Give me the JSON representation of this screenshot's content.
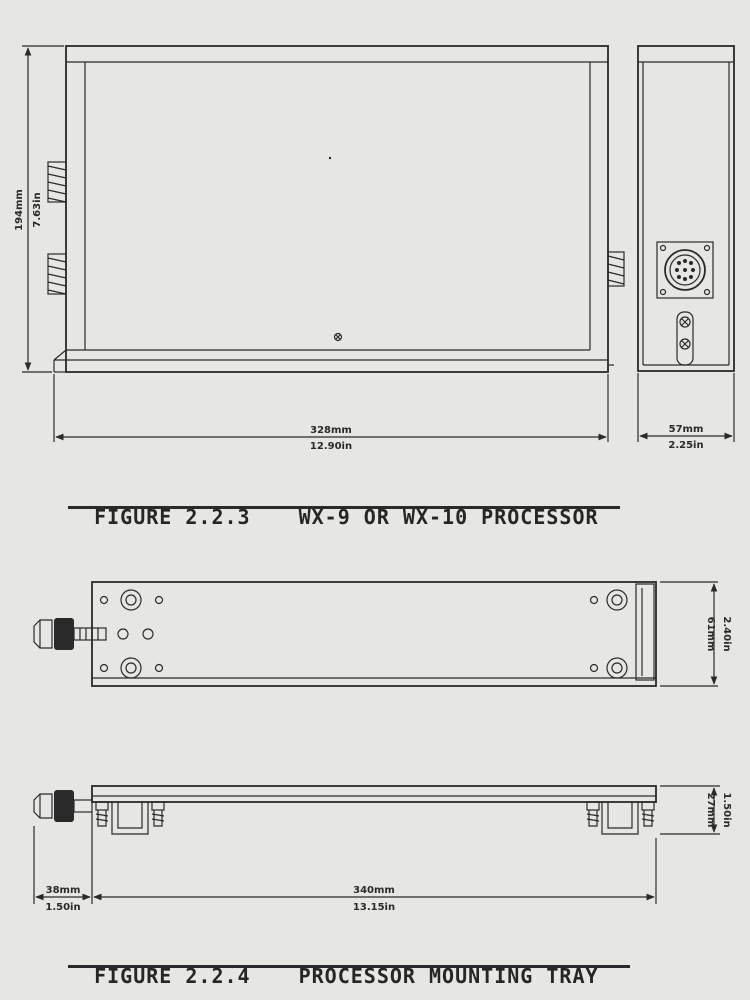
{
  "figure_223": {
    "number": "FIGURE 2.2.3",
    "title": "WX-9 OR WX-10 PROCESSOR",
    "dim_height_mm": "194mm",
    "dim_height_in": "7.63in",
    "dim_width_mm": "328mm",
    "dim_width_in": "12.90in",
    "dim_depth_mm": "57mm",
    "dim_depth_in": "2.25in"
  },
  "figure_224": {
    "number": "FIGURE 2.2.4",
    "title": "PROCESSOR MOUNTING TRAY",
    "dim_tray_width_mm": "61mm",
    "dim_tray_width_in": "2.40in",
    "dim_tray_height_mm": "27mm",
    "dim_tray_height_in": "1.50in",
    "dim_knob_mm": "38mm",
    "dim_knob_in": "1.50in",
    "dim_tray_length_mm": "340mm",
    "dim_tray_length_in": "13.15in"
  }
}
